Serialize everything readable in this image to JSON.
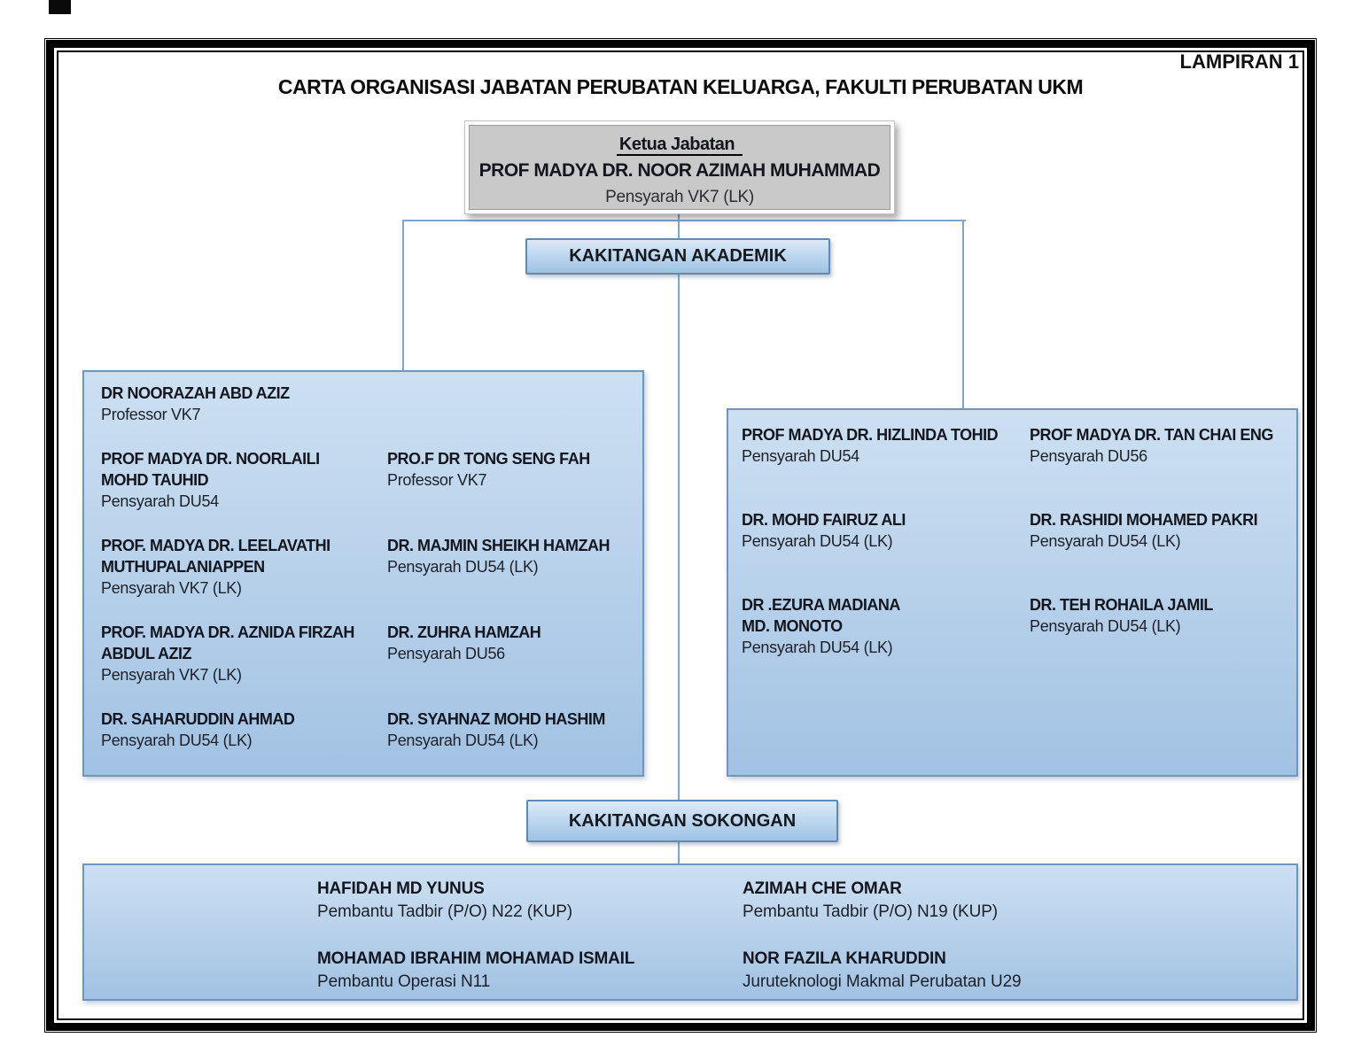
{
  "doc": {
    "annotation": "LAMPIRAN 1",
    "title": "CARTA ORGANISASI JABATAN PERUBATAN KELUARGA, FAKULTI PERUBATAN UKM"
  },
  "ketua": {
    "label": "Ketua Jabatan",
    "name": "PROF MADYA DR. NOOR AZIMAH MUHAMMAD",
    "rank": "Pensyarah VK7 (LK)"
  },
  "sections": {
    "akademik_label": "KAKITANGAN AKADEMIK",
    "sokongan_label": "KAKITANGAN SOKONGAN"
  },
  "akademik_left": [
    {
      "name": "DR NOORAZAH ABD AZIZ",
      "rank": "Professor VK7"
    },
    {
      "name": "PROF MADYA DR. NOORLAILI\nMOHD TAUHID",
      "rank": "Pensyarah DU54"
    },
    {
      "name": "PRO.F DR TONG SENG FAH",
      "rank": "Professor VK7"
    },
    {
      "name": "PROF. MADYA DR. LEELAVATHI\nMUTHUPALANIAPPEN",
      "rank": "Pensyarah VK7 (LK)"
    },
    {
      "name": "DR. MAJMIN SHEIKH HAMZAH",
      "rank": "Pensyarah DU54 (LK)"
    },
    {
      "name": "PROF. MADYA DR. AZNIDA FIRZAH\nABDUL AZIZ",
      "rank": "Pensyarah VK7 (LK)"
    },
    {
      "name": "DR. ZUHRA HAMZAH",
      "rank": "Pensyarah DU56"
    },
    {
      "name": "DR. SAHARUDDIN AHMAD",
      "rank": "Pensyarah DU54 (LK)"
    },
    {
      "name": "DR. SYAHNAZ MOHD HASHIM",
      "rank": "Pensyarah DU54 (LK)"
    }
  ],
  "akademik_right": [
    {
      "name": "PROF MADYA DR. HIZLINDA TOHID",
      "rank": "Pensyarah DU54"
    },
    {
      "name": "PROF MADYA DR. TAN CHAI ENG",
      "rank": "Pensyarah DU56"
    },
    {
      "name": "DR. MOHD FAIRUZ ALI",
      "rank": "Pensyarah DU54 (LK)"
    },
    {
      "name": "DR. RASHIDI MOHAMED PAKRI",
      "rank": "Pensyarah DU54 (LK)"
    },
    {
      "name": "DR .EZURA MADIANA\nMD. MONOTO",
      "rank": "Pensyarah DU54 (LK)"
    },
    {
      "name": "DR. TEH ROHAILA JAMIL",
      "rank": "Pensyarah DU54 (LK)"
    }
  ],
  "sokongan_staff": [
    {
      "name": "HAFIDAH MD YUNUS",
      "rank": "Pembantu Tadbir (P/O) N22 (KUP)"
    },
    {
      "name": "AZIMAH CHE OMAR",
      "rank": "Pembantu Tadbir (P/O) N19 (KUP)"
    },
    {
      "name": "MOHAMAD IBRAHIM MOHAMAD ISMAIL",
      "rank": "Pembantu Operasi N11"
    },
    {
      "name": "NOR FAZILA KHARUDDIN",
      "rank": "Juruteknologi Makmal Perubatan U29"
    }
  ],
  "colors": {
    "text": "#14161f",
    "connector": "#7da6d1",
    "box_border": "#7096c0",
    "box_fill_top": "#cde0f2",
    "box_fill_bottom": "#a2c2e3",
    "label_box_border": "#5f8ab8",
    "label_fill_bottom": "#9fc2e3",
    "ketua_fill": "#c9c9c9"
  }
}
